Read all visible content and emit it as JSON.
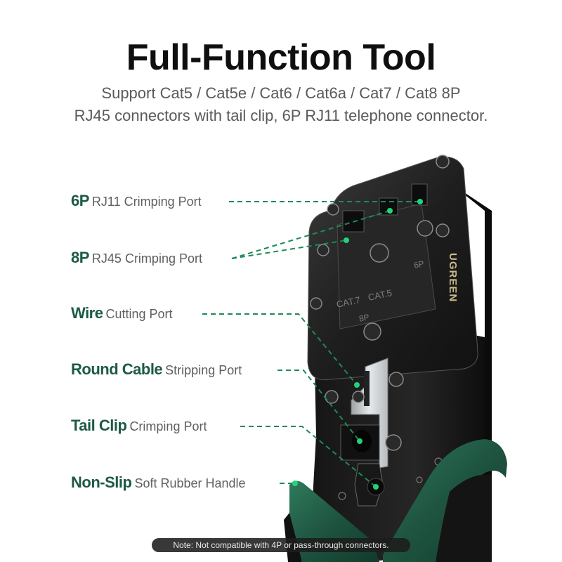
{
  "header": {
    "title": "Full-Function Tool",
    "subtitle_line1": "Support Cat5 / Cat5e / Cat6 / Cat6a / Cat7 / Cat8 8P",
    "subtitle_line2": "RJ45 connectors with tail clip, 6P RJ11 telephone connector."
  },
  "callouts": [
    {
      "strong": "6P",
      "rest": "RJ11 Crimping Port"
    },
    {
      "strong": "8P",
      "rest": "RJ45 Crimping Port"
    },
    {
      "strong": "Wire",
      "rest": "Cutting Port"
    },
    {
      "strong": "Round Cable",
      "rest": "Stripping Port"
    },
    {
      "strong": "Tail Clip",
      "rest": "Crimping Port"
    },
    {
      "strong": "Non-Slip",
      "rest": "Soft Rubber Handle"
    }
  ],
  "tool": {
    "brand": "UGREEN",
    "die_labels": [
      "CAT.7",
      "CAT.5",
      "6P",
      "8P"
    ]
  },
  "note": "Note: Not compatible with 4P or pass-through connectors.",
  "colors": {
    "accent_green": "#1c5a44",
    "callout_line": "#1f8a55",
    "callout_dot": "#22d37a",
    "handle_green": "#1e5440",
    "tool_black": "#1b1b1b"
  }
}
